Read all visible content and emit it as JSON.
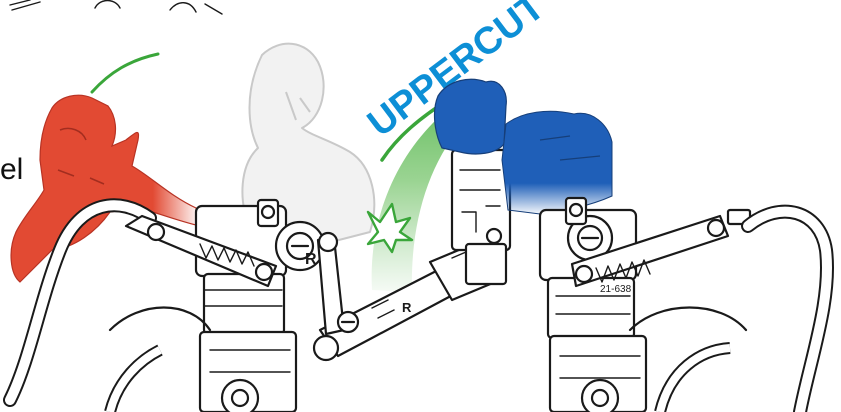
{
  "caption": {
    "action": "UPPERCUT",
    "edge_fragment": "el",
    "left_letter": "R",
    "arm_letter": "R",
    "part_number": "21-638"
  },
  "colors": {
    "text_blue": "#0d8fd6",
    "red_fighter": "#e24a33",
    "blue_fighter": "#1f5fb8",
    "motion_green": "#3aa63a",
    "outline": "#1a1a1a",
    "ghost": "#c9c9c9"
  },
  "icons": [
    "impact-star-icon",
    "motion-arc-icon",
    "pivot-screw-icon",
    "spring-icon"
  ]
}
